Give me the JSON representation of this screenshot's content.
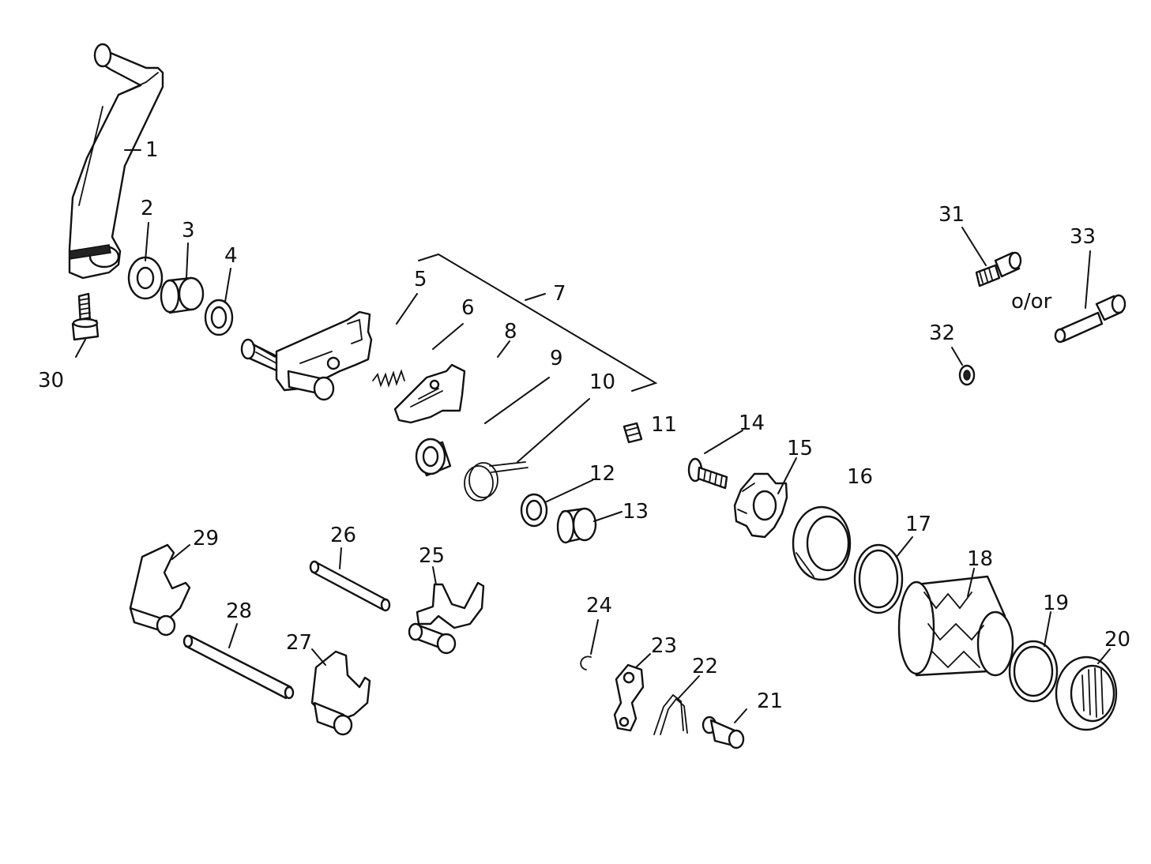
{
  "labels": {
    "l1": "1",
    "l2": "2",
    "l3": "3",
    "l4": "4",
    "l5": "5",
    "l6": "6",
    "l7": "7",
    "l8": "8",
    "l9": "9",
    "l10": "10",
    "l11": "11",
    "l12": "12",
    "l13": "13",
    "l14": "14",
    "l15": "15",
    "l16": "16",
    "l17": "17",
    "l18": "18",
    "l19": "19",
    "l20": "20",
    "l21": "21",
    "l22": "22",
    "l23": "23",
    "l24": "24",
    "l25": "25",
    "l26": "26",
    "l27": "27",
    "l28": "28",
    "l29": "29",
    "l30": "30",
    "l31": "31",
    "l32": "32",
    "l33": "33",
    "or_note": "o/or"
  }
}
